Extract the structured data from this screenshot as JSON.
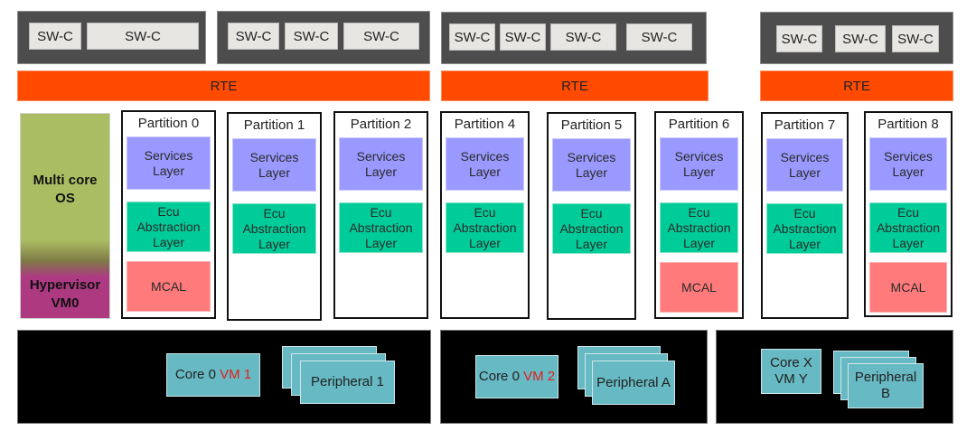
{
  "colors": {
    "swc_group_bg": "#4d4d4d",
    "swc_bg": "#e8e6e3",
    "rte": "#ff4a00",
    "multicore_os": "#abbd63",
    "hypervisor": "#ad3a82",
    "services_layer": "#9999ff",
    "ecu_abstraction_layer": "#00cc99",
    "mcal": "#ff7a7a",
    "hardware_bg": "#000000",
    "hardware_box": "#67b9c3",
    "vm_highlight": "#e0201c"
  },
  "swc_groups": [
    {
      "items": [
        "SW-C",
        "SW-C"
      ]
    },
    {
      "items": [
        "SW-C",
        "SW-C",
        "SW-C"
      ]
    },
    {
      "items": [
        "SW-C",
        "SW-C",
        "SW-C",
        "SW-C"
      ]
    },
    {
      "items": [
        "SW-C",
        "SW-C",
        "SW-C"
      ]
    }
  ],
  "rte": [
    "RTE",
    "RTE",
    "RTE"
  ],
  "os_column": {
    "multicore_os": "Multi core OS",
    "multicore_os_line1": "Multi core",
    "multicore_os_line2": "OS",
    "hypervisor_line1": "Hypervisor",
    "hypervisor_line2": "VM0"
  },
  "layers": {
    "services": "Services Layer",
    "services_line1": "Services",
    "services_line2": "Layer",
    "ecu_line1": "Ecu",
    "ecu_line2": "Abstraction",
    "ecu_line3": "Layer",
    "mcal": "MCAL"
  },
  "partitions": [
    {
      "title": "Partition 0",
      "has_mcal": true
    },
    {
      "title": "Partition 1",
      "has_mcal": false
    },
    {
      "title": "Partition 2",
      "has_mcal": false
    },
    {
      "title": "Partition 4",
      "has_mcal": false
    },
    {
      "title": "Partition 5",
      "has_mcal": false
    },
    {
      "title": "Partition 6",
      "has_mcal": true
    },
    {
      "title": "Partition 7",
      "has_mcal": false
    },
    {
      "title": "Partition 8",
      "has_mcal": true
    }
  ],
  "hardware": [
    {
      "core_prefix": "Core 0 ",
      "core_vm": "VM 1",
      "peripheral": "Peripheral 1"
    },
    {
      "core_prefix": "Core 0 ",
      "core_vm": "VM 2",
      "peripheral": "Peripheral A"
    },
    {
      "core_line1": "Core X",
      "core_line2": "VM Y",
      "peripheral_line1": "Peripheral",
      "peripheral_line2": "B"
    }
  ]
}
